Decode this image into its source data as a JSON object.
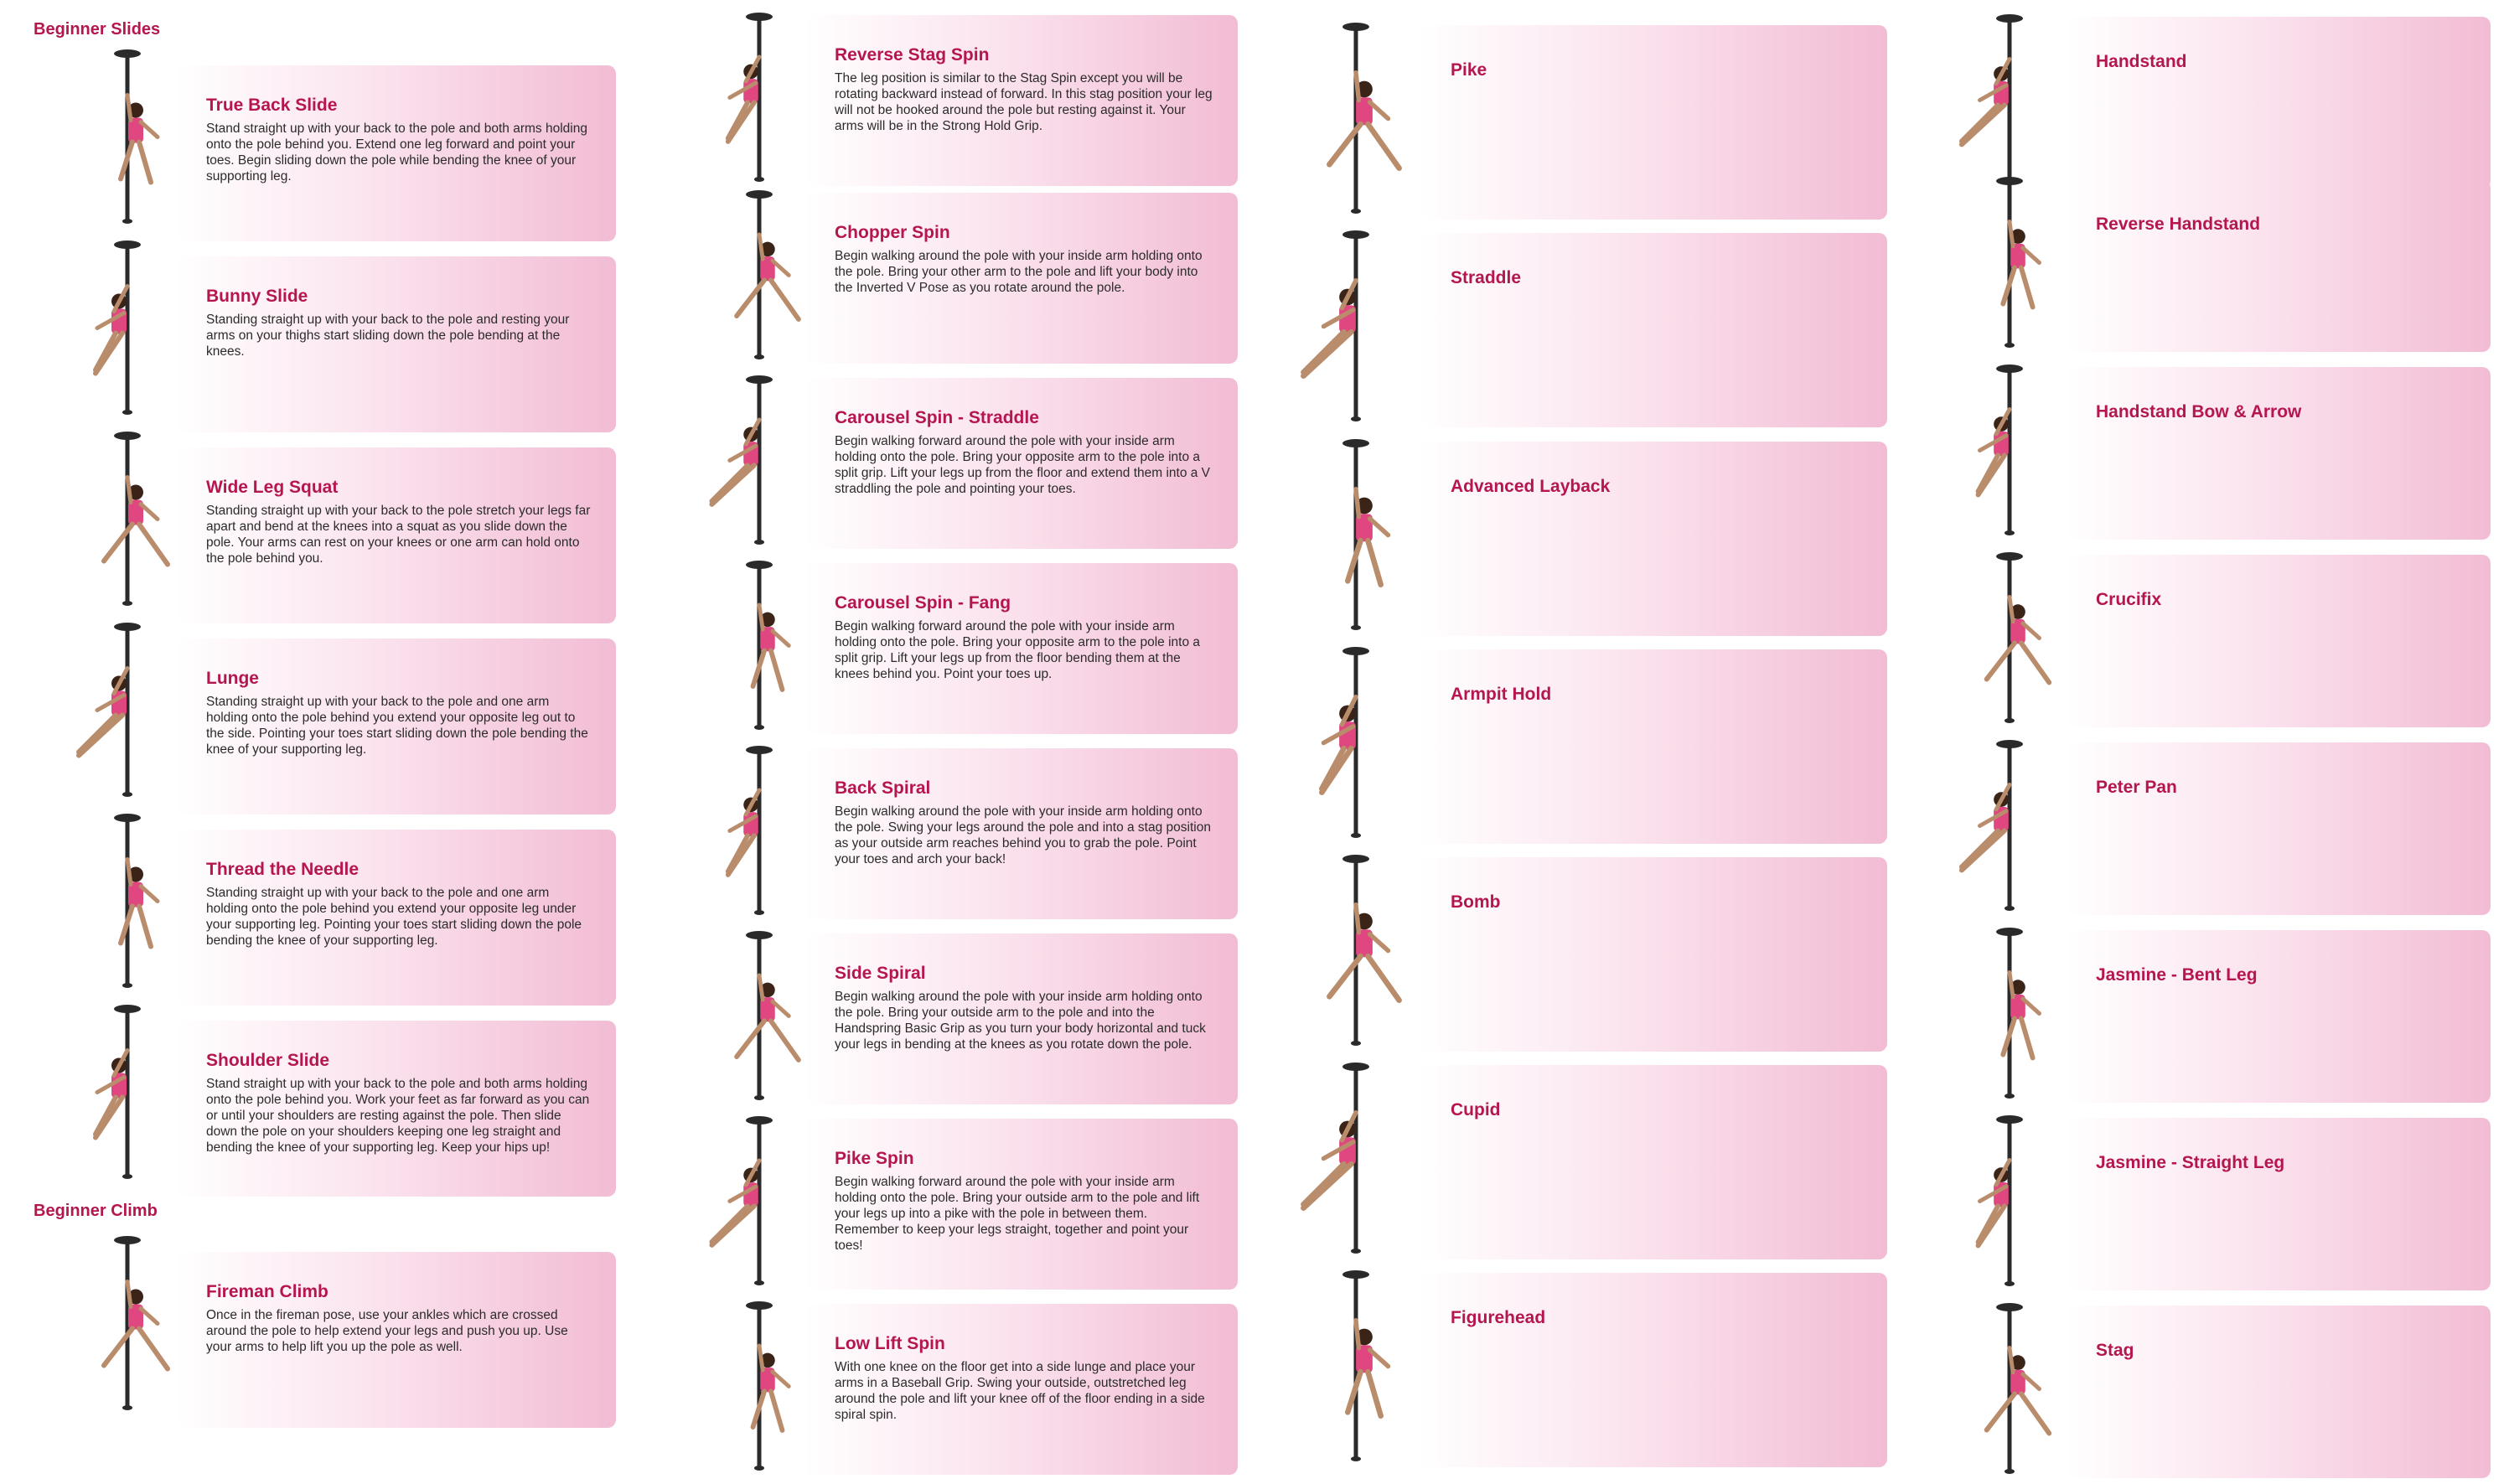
{
  "sections": {
    "beginner_slides": "Beginner Slides",
    "beginner_climb": "Beginner Climb"
  },
  "columns": [
    {
      "moves": [
        {
          "title": "True Back Slide",
          "description": "Stand straight up with your back to the pole and both arms holding onto the pole behind you. Extend one leg forward and point your toes. Begin sliding down the pole while bending the knee of your supporting leg."
        },
        {
          "title": "Bunny Slide",
          "description": "Standing straight up with your back to the pole and resting your arms on your thighs start sliding down the pole bending at the knees."
        },
        {
          "title": "Wide Leg Squat",
          "description": "Standing straight up with your back to the pole stretch your legs far apart and bend at the knees into a squat as you slide down the pole. Your arms can rest on your knees or one arm can hold onto the pole behind you."
        },
        {
          "title": "Lunge",
          "description": "Standing straight up with your back to the pole and one arm holding onto the pole behind you extend your opposite leg out to the side. Pointing your toes start sliding down the pole bending the knee of your supporting leg."
        },
        {
          "title": "Thread the Needle",
          "description": "Standing straight up with your back to the pole and one arm holding onto the pole behind you extend your opposite leg under your supporting leg. Pointing your toes start sliding down the pole bending the knee of your supporting leg."
        },
        {
          "title": "Shoulder Slide",
          "description": "Stand straight up with your back to the pole and both arms holding onto the pole behind you. Work your feet as far forward as you can or until your shoulders are resting against the pole. Then slide down the pole on your shoulders keeping one leg straight and bending the knee of your supporting leg. Keep your hips up!"
        },
        {
          "title": "Fireman Climb",
          "description": "Once in the fireman pose, use your ankles which are crossed around the pole to help extend your legs and push you up. Use your arms to help lift you up the pole as well."
        }
      ]
    },
    {
      "moves": [
        {
          "title": "Reverse Stag Spin",
          "description": "The leg position is similar to the Stag Spin except you will be rotating backward instead of forward. In this stag position your leg will not be hooked around the pole but resting against it. Your arms will be in the Strong Hold Grip."
        },
        {
          "title": "Chopper Spin",
          "description": "Begin walking around the pole with your inside arm holding onto the pole. Bring your other arm to the pole and lift your body into the Inverted V Pose as you rotate around the pole."
        },
        {
          "title": "Carousel Spin - Straddle",
          "description": "Begin walking forward around the pole with your inside arm holding onto the pole. Bring your opposite arm to the pole into a split grip. Lift your legs up from the floor and extend them into a V straddling the pole and pointing your toes."
        },
        {
          "title": "Carousel Spin - Fang",
          "description": "Begin walking forward around the pole with your inside arm holding onto the pole. Bring your opposite arm to the pole into a split grip. Lift your legs up from the floor bending them at the knees behind you. Point your toes up."
        },
        {
          "title": "Back Spiral",
          "description": "Begin walking around the pole with your inside arm holding onto the pole. Swing your legs around the pole and into a stag position as your outside arm reaches behind you to grab the pole. Point your toes and arch your back!"
        },
        {
          "title": "Side Spiral",
          "description": "Begin walking around the pole with your inside arm holding onto the pole. Bring your outside arm to the pole and into the Handspring Basic Grip as you turn your body horizontal and tuck your legs in bending at the knees as you rotate down the pole."
        },
        {
          "title": "Pike Spin",
          "description": "Begin walking forward around the pole with your inside arm holding onto the pole. Bring your outside arm to the pole and lift your legs up into a pike with the pole in between them. Remember to keep your legs straight, together and point your toes!"
        },
        {
          "title": "Low Lift Spin",
          "description": "With one knee on the floor get into a side lunge and place your arms in a Baseball Grip. Swing your outside, outstretched leg around the pole and lift your knee off of the floor ending in a side spiral spin."
        }
      ]
    },
    {
      "moves": [
        {
          "title": "Pike"
        },
        {
          "title": "Straddle"
        },
        {
          "title": "Advanced Layback"
        },
        {
          "title": "Armpit Hold"
        },
        {
          "title": "Bomb"
        },
        {
          "title": "Cupid"
        },
        {
          "title": "Figurehead"
        }
      ]
    },
    {
      "moves": [
        {
          "title": "Handstand"
        },
        {
          "title": "Reverse Handstand"
        },
        {
          "title": "Handstand Bow & Arrow"
        },
        {
          "title": "Crucifix"
        },
        {
          "title": "Peter Pan"
        },
        {
          "title": "Jasmine - Bent Leg"
        },
        {
          "title": "Jasmine - Straight Leg"
        },
        {
          "title": "Stag"
        }
      ]
    }
  ],
  "colors": {
    "accent": "#b5164f",
    "card_pink": "#f2bcd4",
    "outfit_pink": "#e0467f",
    "skin": "#b98c6c",
    "pole": "#2a2a2a"
  },
  "icons": {
    "figure": "pole-dancer-figure-icon"
  }
}
